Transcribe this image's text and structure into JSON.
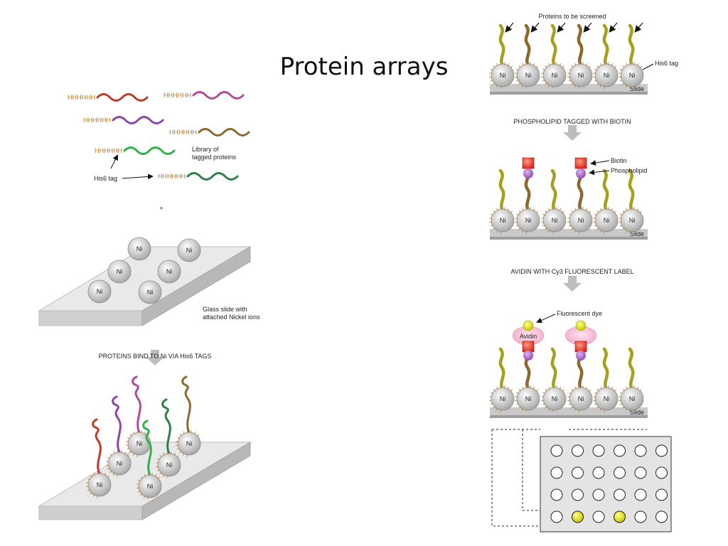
{
  "title": "Protein arrays",
  "left": {
    "tag_text": "HHHHHH",
    "library_label_1": "Library of",
    "library_label_2": "tagged proteins",
    "his6_label": "His6 tag",
    "plus": "+",
    "ni": "Ni",
    "slide_label_1": "Glass slide with",
    "slide_label_2": "attached Nickel ions",
    "step_bind": "PROTEINS BIND TO Ni VIA His6 TAGS"
  },
  "right": {
    "proteins_label": "Proteins to be screened",
    "his6_label": "His6 tag",
    "slide": "Slide",
    "ni": "Ni",
    "step_biotin": "PHOSPHOLIPID TAGGED WITH BIOTIN",
    "biotin": "Biotin",
    "phospholipid": "Phospholipid",
    "step_avidin": "AVIDIN WITH Cy3 FLUORESCENT LABEL",
    "dye": "Fluorescent dye",
    "avidin": "Avidin"
  },
  "colors": {
    "red": "#c0392b",
    "purple": "#8e44ad",
    "brown": "#8b6a2f",
    "green": "#2db34a",
    "darkgreen": "#2e7d4a",
    "olive": "#a5a01e",
    "yellow": "#e6e600",
    "biotin": "#e8322a",
    "phospholipid": "#9b59b6",
    "avidin": "#f4b8d2"
  },
  "grid": {
    "rows": [
      [
        0,
        0,
        0,
        0,
        0,
        0
      ],
      [
        0,
        0,
        0,
        0,
        0,
        0
      ],
      [
        0,
        0,
        0,
        0,
        0,
        0
      ],
      [
        0,
        1,
        0,
        1,
        0,
        0
      ]
    ]
  }
}
